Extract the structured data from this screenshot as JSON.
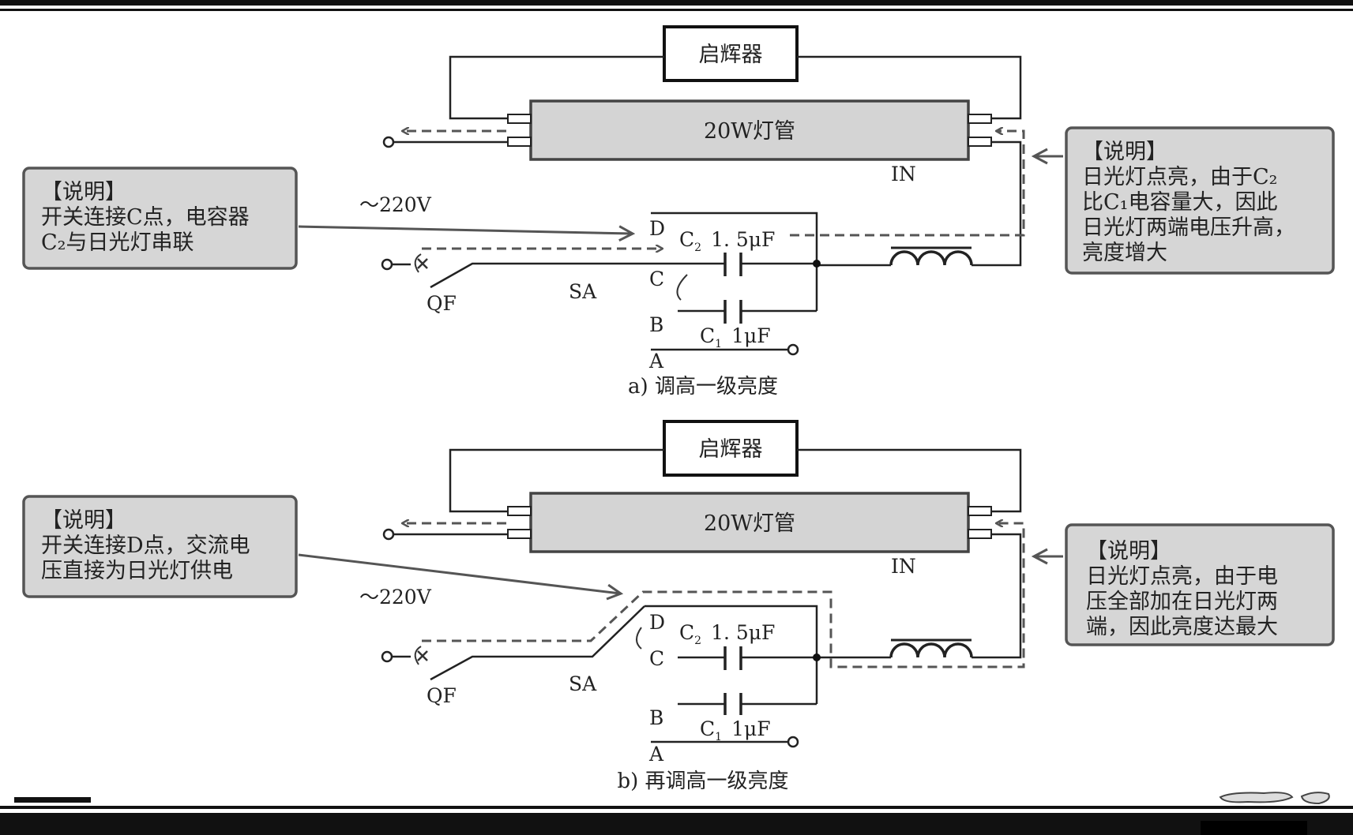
{
  "circuits": [
    {
      "caption": "a) 调高一级亮度",
      "starter_label": "启辉器",
      "tube_label": "20W灯管",
      "inductor_label": "IN",
      "voltage_label": "～220V",
      "switch_qf_label": "QF",
      "switch_sa_label": "SA",
      "terminals": {
        "a": "A",
        "b": "B",
        "c": "C",
        "d": "D"
      },
      "c2": {
        "name": "C",
        "sub": "2",
        "value": "1. 5μF"
      },
      "c1": {
        "name": "C",
        "sub": "1",
        "value": "1μF"
      },
      "left_note": {
        "title": "【说明】",
        "lines": [
          "开关连接C点，电容器",
          "C₂与日光灯串联"
        ]
      },
      "right_note": {
        "title": "【说明】",
        "lines": [
          "日光灯点亮，由于C₂",
          "比C₁电容量大，因此",
          "日光灯两端电压升高，",
          "亮度增大"
        ]
      }
    },
    {
      "caption": "b) 再调高一级亮度",
      "starter_label": "启辉器",
      "tube_label": "20W灯管",
      "inductor_label": "IN",
      "voltage_label": "～220V",
      "switch_qf_label": "QF",
      "switch_sa_label": "SA",
      "terminals": {
        "a": "A",
        "b": "B",
        "c": "C",
        "d": "D"
      },
      "c2": {
        "name": "C",
        "sub": "2",
        "value": "1. 5μF"
      },
      "c1": {
        "name": "C",
        "sub": "1",
        "value": "1μF"
      },
      "left_note": {
        "title": "【说明】",
        "lines": [
          "开关连接D点，交流电",
          "压直接为日光灯供电"
        ]
      },
      "right_note": {
        "title": "【说明】",
        "lines": [
          "日光灯点亮，由于电",
          "压全部加在日光灯两",
          "端，因此亮度达最大"
        ]
      }
    }
  ]
}
